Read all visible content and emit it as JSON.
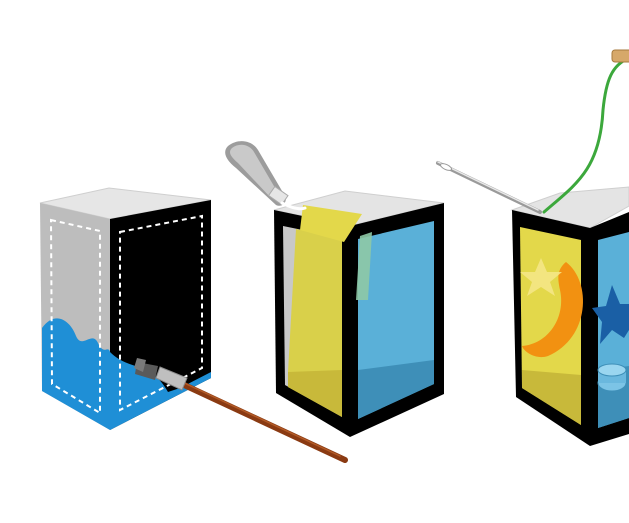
{
  "illustration": {
    "steps": [
      {
        "id": "paint-carton",
        "tool": "paintbrush-icon"
      },
      {
        "id": "glue-paper",
        "tool": "glue-tube-icon"
      },
      {
        "id": "attach-handle",
        "tool": "needle-icon"
      }
    ],
    "colors": {
      "background": "#ffffff",
      "carton_grey": "#bdbdbd",
      "carton_dark": "#000000",
      "paint_blue": "#1f8fd6",
      "window_blue": "#5ab0d8",
      "window_yellow": "#d9d04a",
      "moon_orange": "#f29111",
      "star_blue": "#1a5fa5",
      "string_green": "#3ca83c",
      "brush_handle": "#8a3a12"
    }
  }
}
